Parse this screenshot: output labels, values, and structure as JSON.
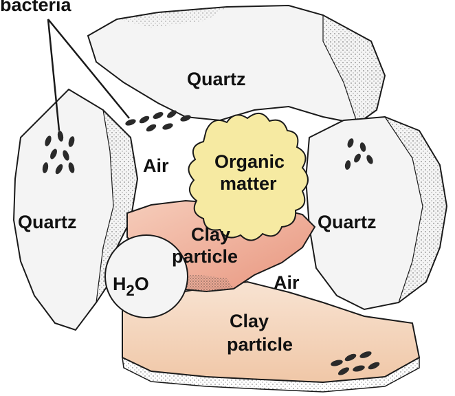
{
  "labels": {
    "bacteria": "bacteria",
    "quartz_top": "Quartz",
    "quartz_left": "Quartz",
    "quartz_right": "Quartz",
    "air_upper": "Air",
    "air_lower": "Air",
    "organic_line1": "Organic",
    "organic_line2": "matter",
    "clay_upper_line1": "Clay",
    "clay_upper_line2": "particle",
    "clay_lower_line1": "Clay",
    "clay_lower_line2": "particle",
    "water_h": "H",
    "water_sub": "2",
    "water_o": "O"
  },
  "colors": {
    "outline": "#1a1a1a",
    "quartz": "#f4f4f4",
    "quartz_shade": "#c9c9c9",
    "organic": "#f6eaa2",
    "clay_upper": "#f0b3a0",
    "clay_lower": "#f6dcc8",
    "bacteria": "#2a2a2a"
  },
  "icons": [
    "bacteria-cluster-icon"
  ]
}
